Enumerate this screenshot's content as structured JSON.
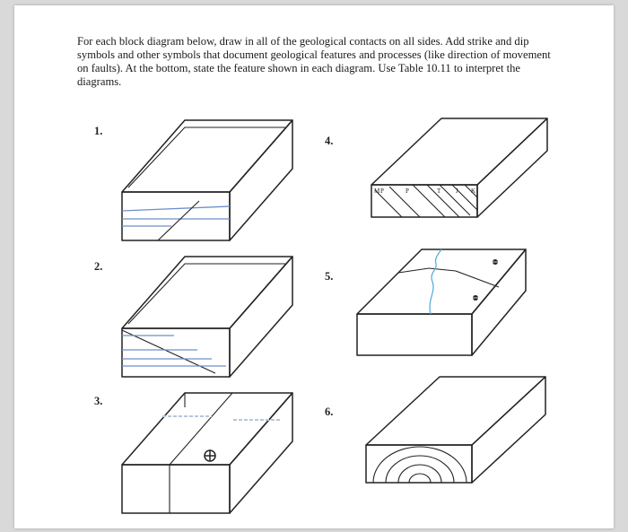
{
  "instructions": "For each block diagram below, draw in all of the geological contacts on all sides. Add strike and dip symbols and other symbols that document geological features and processes (like direction of movement on faults). At the bottom, state the feature shown in each diagram. Use Table 10.11 to interpret the diagrams.",
  "diagrams": [
    {
      "number": "1."
    },
    {
      "number": "2."
    },
    {
      "number": "3."
    },
    {
      "number": "4.",
      "labels": [
        "M",
        "P",
        "P",
        "T",
        "J",
        "K"
      ]
    },
    {
      "number": "5."
    },
    {
      "number": "6."
    }
  ]
}
